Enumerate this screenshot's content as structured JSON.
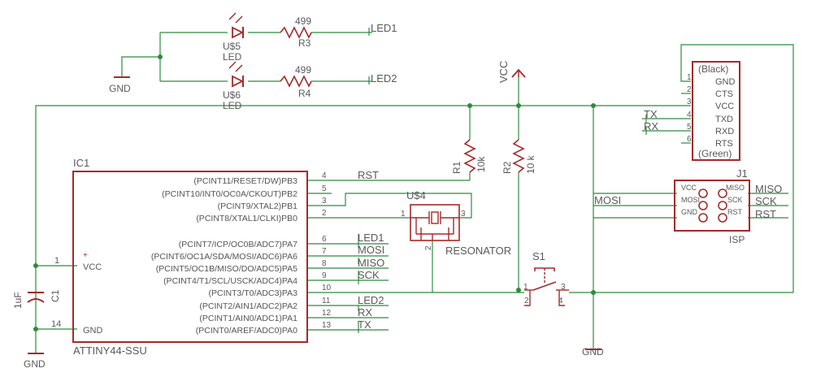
{
  "ic1": {
    "ref": "IC1",
    "part": "ATTINY44-SSU",
    "vcc_label": "VCC",
    "gnd_label": "GND",
    "left_pins": [
      {
        "num": "1",
        "name": "VCC"
      },
      {
        "num": "14",
        "name": "GND"
      }
    ],
    "right_pins": [
      {
        "num": "4",
        "name": "(PCINT11/RESET/DW)PB3",
        "net": "RST"
      },
      {
        "num": "5",
        "name": "(PCINT10/INT0/OC0A/CKOUT)PB2",
        "net": ""
      },
      {
        "num": "3",
        "name": "(PCINT9/XTAL2)PB1",
        "net": ""
      },
      {
        "num": "2",
        "name": "(PCINT8/XTAL1/CLKI)PB0",
        "net": ""
      },
      {
        "num": "6",
        "name": "(PCINT7/ICP/OC0B/ADC7)PA7",
        "net": "LED1"
      },
      {
        "num": "7",
        "name": "(PCINT6/OC1A/SDA/MOSI/ADC6)PA6",
        "net": "MOSI"
      },
      {
        "num": "8",
        "name": "(PCINT5/OC1B/MISO/DO/ADC5)PA5",
        "net": "MISO"
      },
      {
        "num": "9",
        "name": "(PCINT4/T1/SCL/USCK/ADC4)PA4",
        "net": "SCK"
      },
      {
        "num": "10",
        "name": "(PCINT3/T0/ADC3)PA3",
        "net": ""
      },
      {
        "num": "11",
        "name": "(PCINT2/AIN1/ADC2)PA2",
        "net": "LED2"
      },
      {
        "num": "12",
        "name": "(PCINT1/AIN0/ADC1)PA1",
        "net": "RX"
      },
      {
        "num": "13",
        "name": "(PCINT0/AREF/ADC0)PA0",
        "net": "TX"
      }
    ]
  },
  "leds": [
    {
      "ref": "U$5",
      "type": "LED",
      "res_ref": "R3",
      "res_value": "499",
      "net": "LED1"
    },
    {
      "ref": "U$6",
      "type": "LED",
      "res_ref": "R4",
      "res_value": "499",
      "net": "LED2"
    }
  ],
  "r1": {
    "ref": "R1",
    "value": "10k"
  },
  "r2": {
    "ref": "R2",
    "value": "10 k"
  },
  "c1": {
    "ref": "C1",
    "value": "1uF"
  },
  "resonator": {
    "ref": "U$4",
    "name": "RESONATOR",
    "pins": [
      "1",
      "2",
      "3"
    ]
  },
  "switch": {
    "ref": "S1",
    "pins": [
      "1",
      "2",
      "3",
      "4"
    ]
  },
  "ftdi": {
    "top_label": "(Black)",
    "bottom_label": "(Green)",
    "pins": [
      {
        "num": "1",
        "name": "GND",
        "net": ""
      },
      {
        "num": "2",
        "name": "CTS",
        "net": ""
      },
      {
        "num": "3",
        "name": "VCC",
        "net": ""
      },
      {
        "num": "4",
        "name": "TXD",
        "net": "TX"
      },
      {
        "num": "5",
        "name": "RXD",
        "net": "RX"
      },
      {
        "num": "6",
        "name": "RTS",
        "net": ""
      }
    ]
  },
  "isp": {
    "ref": "J1",
    "name": "ISP",
    "left_pins": [
      "VCC",
      "MOSI",
      "GND"
    ],
    "right_pins": [
      "MISO",
      "SCK",
      "RST"
    ],
    "mosi_net": "MOSI",
    "right_nets": [
      "MISO",
      "SCK",
      "RST"
    ]
  },
  "supply": {
    "vcc": "VCC",
    "gnd": "GND"
  }
}
